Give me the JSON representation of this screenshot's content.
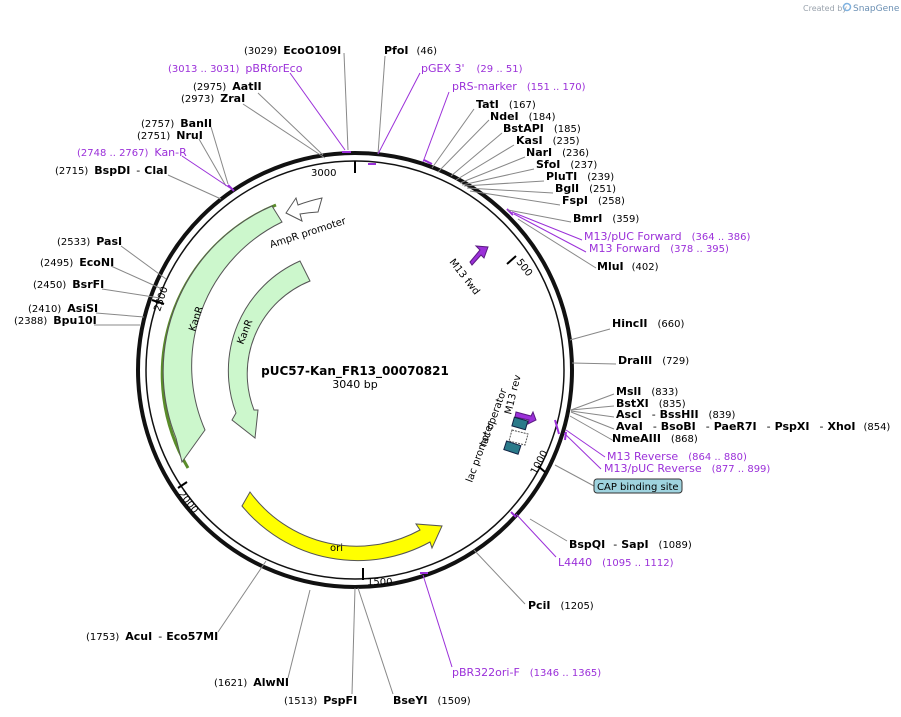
{
  "credit": {
    "prefix": "Created by",
    "brand": "SnapGene"
  },
  "plasmid": {
    "name": "pUC57-Kan_FR13_00070821",
    "length_label": "3040 bp"
  },
  "ticks": [
    "3000",
    "500",
    "1000",
    "1500",
    "2000",
    "2500"
  ],
  "features": {
    "kanr_outer": "KanR",
    "kanr_inner": "KanR",
    "ampr_promoter": "AmpR promoter",
    "ori": "ori",
    "m13_fwd": "M13 fwd",
    "m13_rev": "M13 rev",
    "lac_operator": "lac operator",
    "lac_promoter": "lac promoter",
    "cap_binding_site": "CAP binding site"
  },
  "sites": [
    {
      "id": "ecoo109i",
      "name": "EcoO109I",
      "pos": "(3029)"
    },
    {
      "id": "pfoi",
      "name": "PfoI",
      "pos": "(46)"
    },
    {
      "id": "pbrforeco",
      "name": "pBRforEco",
      "pos": "(3013 .. 3031)",
      "primer": true
    },
    {
      "id": "pgex3",
      "name": "pGEX 3'",
      "pos": "(29 .. 51)",
      "primer": true
    },
    {
      "id": "aatii",
      "name": "AatII",
      "pos": "(2975)"
    },
    {
      "id": "zrai",
      "name": "ZraI",
      "pos": "(2973)"
    },
    {
      "id": "prsmarker",
      "name": "pRS-marker",
      "pos": "(151 .. 170)",
      "primer": true
    },
    {
      "id": "tati",
      "name": "TatI",
      "pos": "(167)"
    },
    {
      "id": "ndei",
      "name": "NdeI",
      "pos": "(184)"
    },
    {
      "id": "banii",
      "name": "BanII",
      "pos": "(2757)"
    },
    {
      "id": "bstapi",
      "name": "BstAPI",
      "pos": "(185)"
    },
    {
      "id": "nrui",
      "name": "NruI",
      "pos": "(2751)"
    },
    {
      "id": "kasi",
      "name": "KasI",
      "pos": "(235)"
    },
    {
      "id": "kanr_primer",
      "name": "Kan-R",
      "pos": "(2748 .. 2767)",
      "primer": true
    },
    {
      "id": "nari",
      "name": "NarI",
      "pos": "(236)"
    },
    {
      "id": "sfoi",
      "name": "SfoI",
      "pos": "(237)"
    },
    {
      "id": "bspdi",
      "name": "BspDI",
      "pos": "(2715)",
      "name2": "ClaI"
    },
    {
      "id": "pluti",
      "name": "PluTI",
      "pos": "(239)"
    },
    {
      "id": "bgli",
      "name": "BglI",
      "pos": "(251)"
    },
    {
      "id": "fspi",
      "name": "FspI",
      "pos": "(258)"
    },
    {
      "id": "bmri",
      "name": "BmrI",
      "pos": "(359)"
    },
    {
      "id": "m13puc_fwd",
      "name": "M13/pUC Forward",
      "pos": "(364 .. 386)",
      "primer": true
    },
    {
      "id": "pasi",
      "name": "PasI",
      "pos": "(2533)"
    },
    {
      "id": "m13_forward",
      "name": "M13 Forward",
      "pos": "(378 .. 395)",
      "primer": true
    },
    {
      "id": "econi",
      "name": "EcoNI",
      "pos": "(2495)"
    },
    {
      "id": "mlui",
      "name": "MluI",
      "pos": "(402)"
    },
    {
      "id": "bsrfi",
      "name": "BsrFI",
      "pos": "(2450)"
    },
    {
      "id": "asisi",
      "name": "AsiSI",
      "pos": "(2410)"
    },
    {
      "id": "bpu10i",
      "name": "Bpu10I",
      "pos": "(2388)"
    },
    {
      "id": "hincii",
      "name": "HincII",
      "pos": "(660)"
    },
    {
      "id": "draiii",
      "name": "DraIII",
      "pos": "(729)"
    },
    {
      "id": "msli",
      "name": "MslI",
      "pos": "(833)"
    },
    {
      "id": "bstxi",
      "name": "BstXI",
      "pos": "(835)"
    },
    {
      "id": "asci",
      "name": "AscI",
      "pos": "(839)",
      "name2": "BssHII"
    },
    {
      "id": "avai",
      "name": "AvaI",
      "pos": "(854)",
      "name2": "BsoBI",
      "name3": "PaeR7I",
      "name4": "PspXI",
      "name5": "XhoI"
    },
    {
      "id": "nmeaiii",
      "name": "NmeAIII",
      "pos": "(868)"
    },
    {
      "id": "m13_reverse",
      "name": "M13 Reverse",
      "pos": "(864 .. 880)",
      "primer": true
    },
    {
      "id": "m13puc_rev",
      "name": "M13/pUC Reverse",
      "pos": "(877 .. 899)",
      "primer": true
    },
    {
      "id": "bspqi",
      "name": "BspQI",
      "pos": "(1089)",
      "name2": "SapI"
    },
    {
      "id": "l4440",
      "name": "L4440",
      "pos": "(1095 .. 1112)",
      "primer": true
    },
    {
      "id": "pcii",
      "name": "PciI",
      "pos": "(1205)"
    },
    {
      "id": "acui",
      "name": "AcuI",
      "pos": "(1753)",
      "name2": "Eco57MI"
    },
    {
      "id": "alwni",
      "name": "AlwNI",
      "pos": "(1621)"
    },
    {
      "id": "pbr322ori",
      "name": "pBR322ori-F",
      "pos": "(1346 .. 1365)",
      "primer": true
    },
    {
      "id": "pspfi",
      "name": "PspFI",
      "pos": "(1513)"
    },
    {
      "id": "bseyi",
      "name": "BseYI",
      "pos": "(1509)"
    }
  ]
}
